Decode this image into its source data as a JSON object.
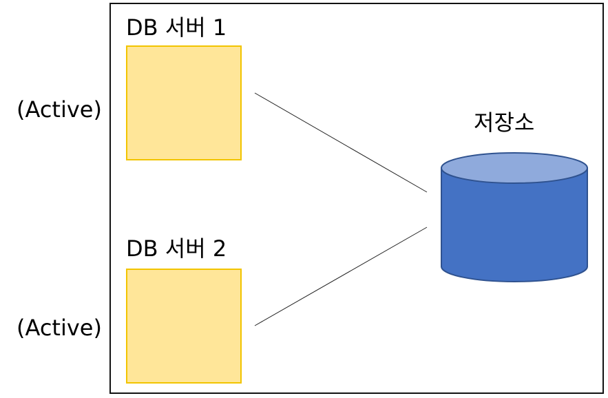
{
  "servers": [
    {
      "label": "DB 서버 1",
      "status": "(Active)"
    },
    {
      "label": "DB 서버 2",
      "status": "(Active)"
    }
  ],
  "storage": {
    "label": "저장소"
  },
  "colors": {
    "server_fill": "#ffe699",
    "server_border": "#f2c400",
    "storage_body": "#4472c4",
    "storage_top": "#8faadc",
    "storage_outline": "#2f528f",
    "frame": "#111111",
    "connector": "#222222"
  }
}
